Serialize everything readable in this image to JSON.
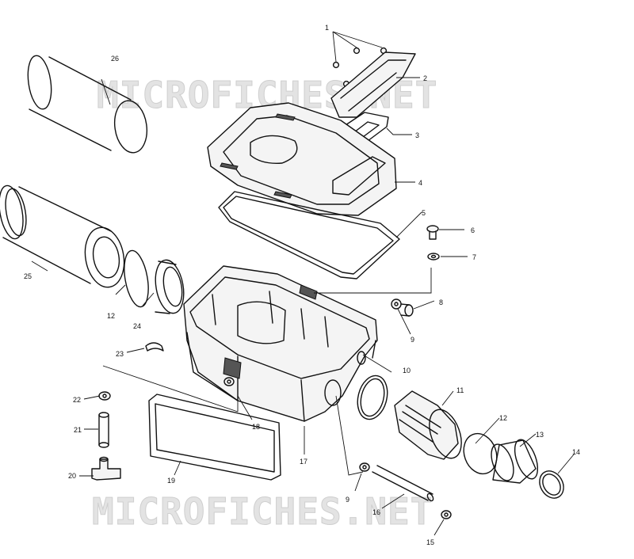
{
  "watermarks": [
    "MICROFICHES.NET",
    "MICROFICHES.NET"
  ],
  "callouts": {
    "c1": "1",
    "c2": "2",
    "c3": "3",
    "c4": "4",
    "c5": "5",
    "c6": "6",
    "c7": "7",
    "c8": "8",
    "c9a": "9",
    "c9b": "9",
    "c10": "10",
    "c11": "11",
    "c12a": "12",
    "c12b": "12",
    "c13": "13",
    "c14": "14",
    "c15": "15",
    "c16": "16",
    "c17": "17",
    "c18": "18",
    "c19": "19",
    "c20": "20",
    "c21": "21",
    "c22": "22",
    "c23": "23",
    "c24": "24",
    "c25": "25",
    "c26": "26"
  }
}
